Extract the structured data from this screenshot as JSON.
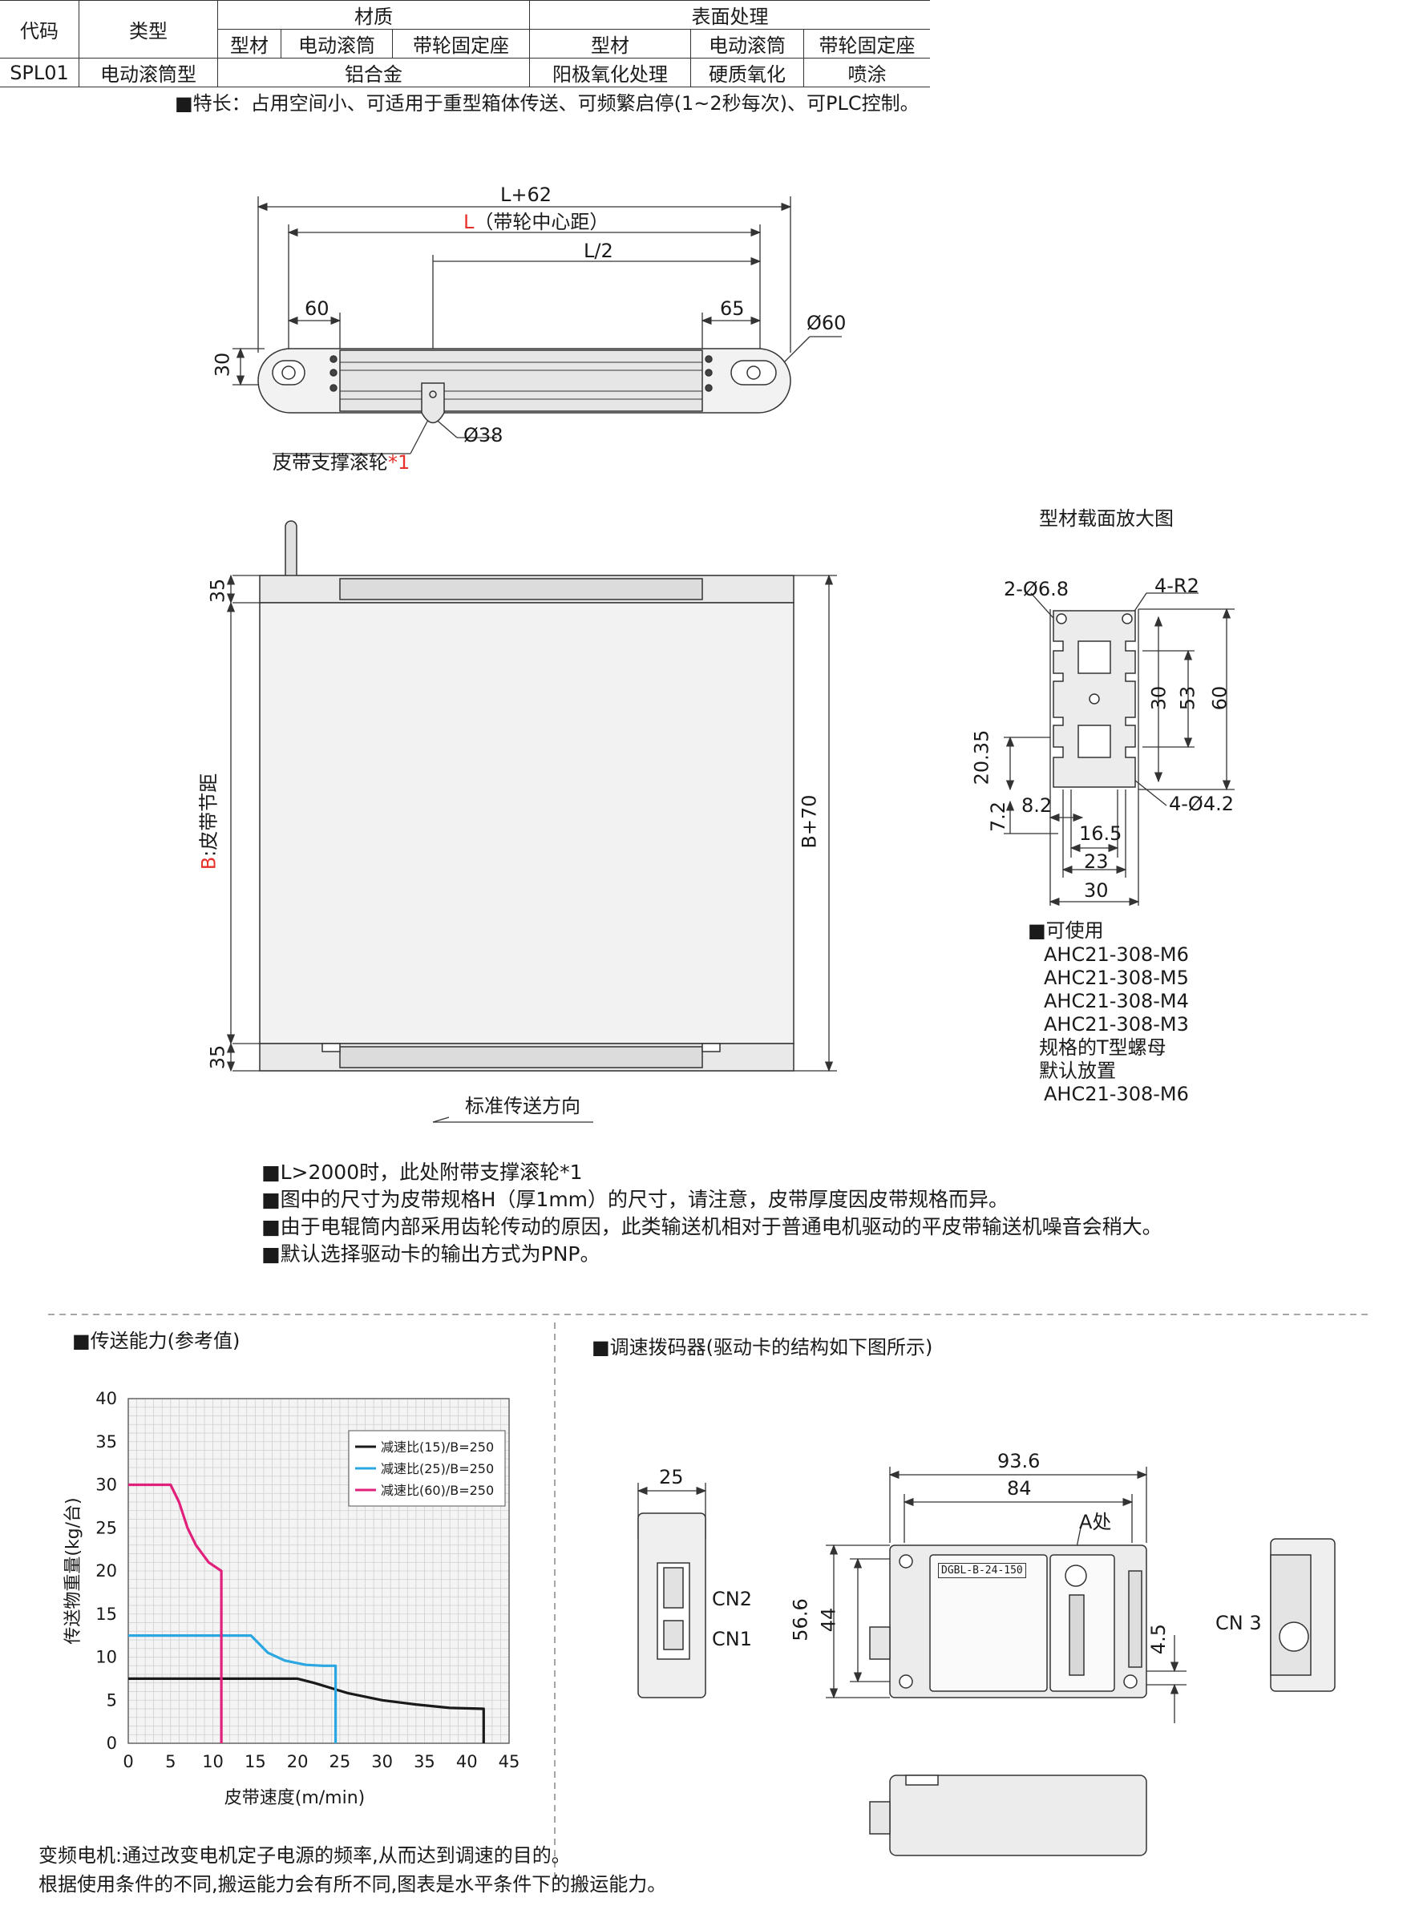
{
  "spec_table": {
    "col_code": "代码",
    "col_type": "类型",
    "col_material": "材质",
    "col_surface": "表面处理",
    "sub_headers": [
      "型材",
      "电动滚筒",
      "带轮固定座",
      "型材",
      "电动滚筒",
      "带轮固定座"
    ],
    "row": {
      "code": "SPL01",
      "type": "电动滚筒型",
      "material": "铝合金",
      "surface_profile": "阳极氧化处理",
      "surface_roller": "硬质氧化",
      "surface_seat": "喷涂"
    }
  },
  "feature_note": "■特长：占用空间小、可适用于重型箱体传送、可频繁启停(1~2秒每次)、可PLC控制。",
  "top_view": {
    "dim_total": "L+62",
    "dim_L_prefix": "L",
    "dim_L_suffix": "（带轮中心距）",
    "dim_half": "L/2",
    "dim_left": "60",
    "dim_right": "65",
    "dim_dia": "Ø60",
    "dim_height": "30",
    "dim_small_dia": "Ø38",
    "support_label": "皮带支撑滚轮",
    "support_mark": "*1"
  },
  "plan_view": {
    "dim_top": "35",
    "dim_bottom": "35",
    "dim_pitch_prefix": "B",
    "dim_pitch_suffix": ":皮带节距",
    "dim_width": "B+70",
    "direction_label": "标准传送方向"
  },
  "profile": {
    "title": "型材载面放大图",
    "holes": "2-Ø6.8",
    "radius": "4-R2",
    "small_holes": "4-Ø4.2",
    "d30v": "30",
    "d53": "53",
    "d60": "60",
    "d2035": "20.35",
    "d72": "7.2",
    "d82": "8.2",
    "d165": "16.5",
    "d23": "23",
    "d30h": "30",
    "usable_title": "■可使用",
    "usable_items": [
      "AHC21-308-M6",
      "AHC21-308-M5",
      "AHC21-308-M4",
      "AHC21-308-M3"
    ],
    "usable_tail1": "规格的T型螺母",
    "usable_tail2": "默认放置",
    "usable_default": "AHC21-308-M6"
  },
  "notes": [
    "■L>2000时，此处附带支撑滚轮*1",
    "■图中的尺寸为皮带规格H（厚1mm）的尺寸，请注意，皮带厚度因皮带规格而异。",
    "■由于电辊筒内部采用齿轮传动的原因，此类输送机相对于普通电机驱动的平皮带输送机噪音会稍大。",
    "■默认选择驱动卡的输出方式为PNP。"
  ],
  "chart_section_title": "■传送能力(参考值)",
  "chart_data": {
    "type": "line",
    "title": "",
    "xlabel": "皮带速度(m/min)",
    "ylabel": "传送物重量(kg/台)",
    "xlim": [
      0,
      45
    ],
    "ylim": [
      0,
      40
    ],
    "xticks": [
      0,
      5,
      10,
      15,
      20,
      25,
      30,
      35,
      40,
      45
    ],
    "yticks": [
      0,
      5,
      10,
      15,
      20,
      25,
      30,
      35,
      40
    ],
    "grid": true,
    "legend_position": "top-right",
    "series": [
      {
        "name": "减速比(15)/B=250",
        "color": "#1a1a1a",
        "points": [
          [
            0,
            7.5
          ],
          [
            20,
            7.5
          ],
          [
            22,
            7.0
          ],
          [
            26,
            5.8
          ],
          [
            30,
            5.0
          ],
          [
            34,
            4.5
          ],
          [
            38,
            4.1
          ],
          [
            42,
            4.0
          ],
          [
            42,
            0
          ]
        ]
      },
      {
        "name": "减速比(25)/B=250",
        "color": "#2aa6e0",
        "points": [
          [
            0,
            12.5
          ],
          [
            13,
            12.5
          ],
          [
            14.5,
            12.5
          ],
          [
            16.5,
            10.5
          ],
          [
            18.5,
            9.6
          ],
          [
            21,
            9.1
          ],
          [
            23,
            9.0
          ],
          [
            24.5,
            9.0
          ],
          [
            24.5,
            0
          ]
        ]
      },
      {
        "name": "减速比(60)/B=250",
        "color": "#e0207a",
        "points": [
          [
            0,
            30
          ],
          [
            5,
            30
          ],
          [
            6,
            28
          ],
          [
            7,
            25
          ],
          [
            8,
            23
          ],
          [
            9.5,
            21
          ],
          [
            11,
            20
          ],
          [
            11,
            0
          ]
        ]
      }
    ]
  },
  "chart_notes": [
    "变频电机:通过改变电机定子电源的频率,从而达到调速的目的。",
    "根据使用条件的不同,搬运能力会有所不同,图表是水平条件下的搬运能力。"
  ],
  "driver": {
    "title": "■调速拨码器(驱动卡的结构如下图所示)",
    "d25": "25",
    "cn2": "CN2",
    "cn1": "CN1",
    "d936": "93.6",
    "d84": "84",
    "a_label": "A处",
    "d566": "56.6",
    "d44": "44",
    "d45": "4.5",
    "cn3": "CN 3",
    "model": "DGBL-B-24-150"
  },
  "colors": {
    "accent_red": "#e8302a",
    "line": "#333333",
    "grid": "#cfcfcf",
    "panel": "#f4f4f4"
  }
}
